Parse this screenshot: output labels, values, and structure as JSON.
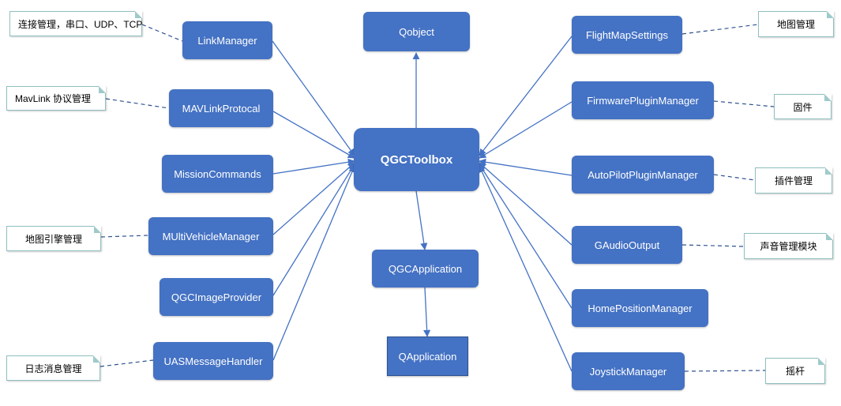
{
  "nodes": {
    "hub": "QGCToolbox",
    "qobject": "Qobject",
    "qgc_application": "QGCApplication",
    "qapplication": "QApplication",
    "link_manager": "LinkManager",
    "mavlink_protocol": "MAVLinkProtocal",
    "mission_commands": "MissionCommands",
    "multi_vehicle_manager": "MUltiVehicleManager",
    "qgc_image_provider": "QGCImageProvider",
    "uas_message_handler": "UASMessageHandler",
    "flight_map_settings": "FlightMapSettings",
    "firmware_plugin_manager": "FirmwarePluginManager",
    "autopilot_plugin_manager": "AutoPilotPluginManager",
    "gaudio_output": "GAudioOutput",
    "home_position_manager": "HomePositionManager",
    "joystick_manager": "JoystickManager"
  },
  "notes": {
    "link_manager": "连接管理，串口、UDP、TCP",
    "mavlink_protocol": "MavLink 协议管理",
    "multi_vehicle_manager": "地图引擎管理",
    "uas_message_handler": "日志消息管理",
    "flight_map_settings": "地图管理",
    "firmware_plugin_manager": "固件",
    "autopilot_plugin_manager": "插件管理",
    "gaudio_output": "声音管理模块",
    "joystick_manager": "摇杆"
  },
  "colors": {
    "node_fill": "#4472c4",
    "node_text": "#ffffff",
    "connector": "#4472c4",
    "note_border": "#8fbfbf"
  }
}
